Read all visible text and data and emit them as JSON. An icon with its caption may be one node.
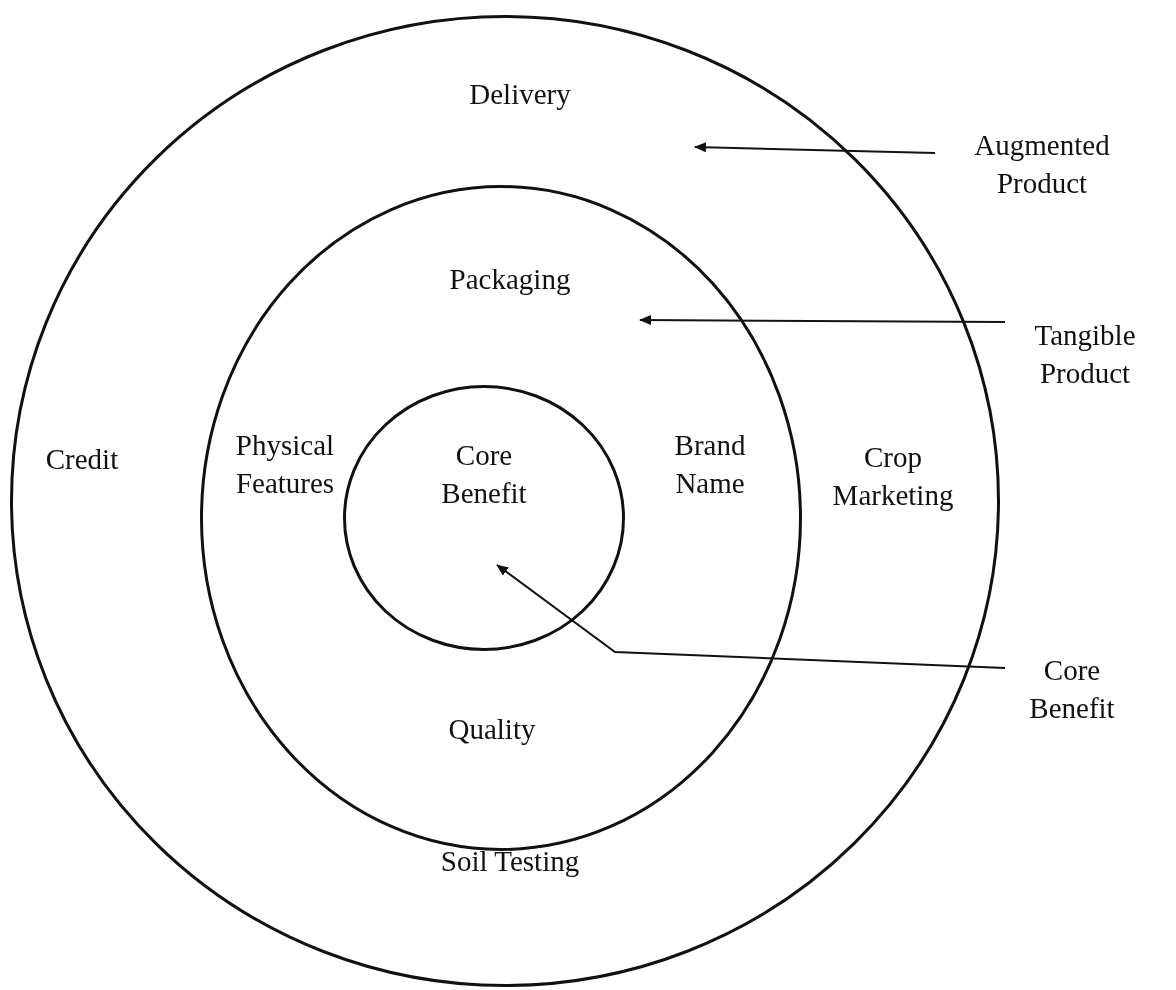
{
  "diagram": {
    "nodes": [
      {
        "text": [
          "Delivery",
          "Credit",
          "Crop Marketing",
          "Soil Testing"
        ]
      },
      {
        "text": [
          "Packaging",
          "Physical Features",
          "Brand Name",
          "Quality"
        ],
        "in": 0
      },
      {
        "text": [
          "Core Benefit"
        ],
        "in": 1
      },
      {
        "text": [
          "Augmented Product"
        ]
      },
      {
        "text": [
          "Tangible Product"
        ]
      },
      {
        "text": [
          "Core Benefit"
        ]
      }
    ],
    "edges": [
      {
        "from": 3,
        "to": 0,
        "arrow": "to"
      },
      {
        "from": 4,
        "to": 1,
        "arrow": "to"
      },
      {
        "from": 5,
        "to": 2,
        "arrow": "to"
      }
    ]
  }
}
